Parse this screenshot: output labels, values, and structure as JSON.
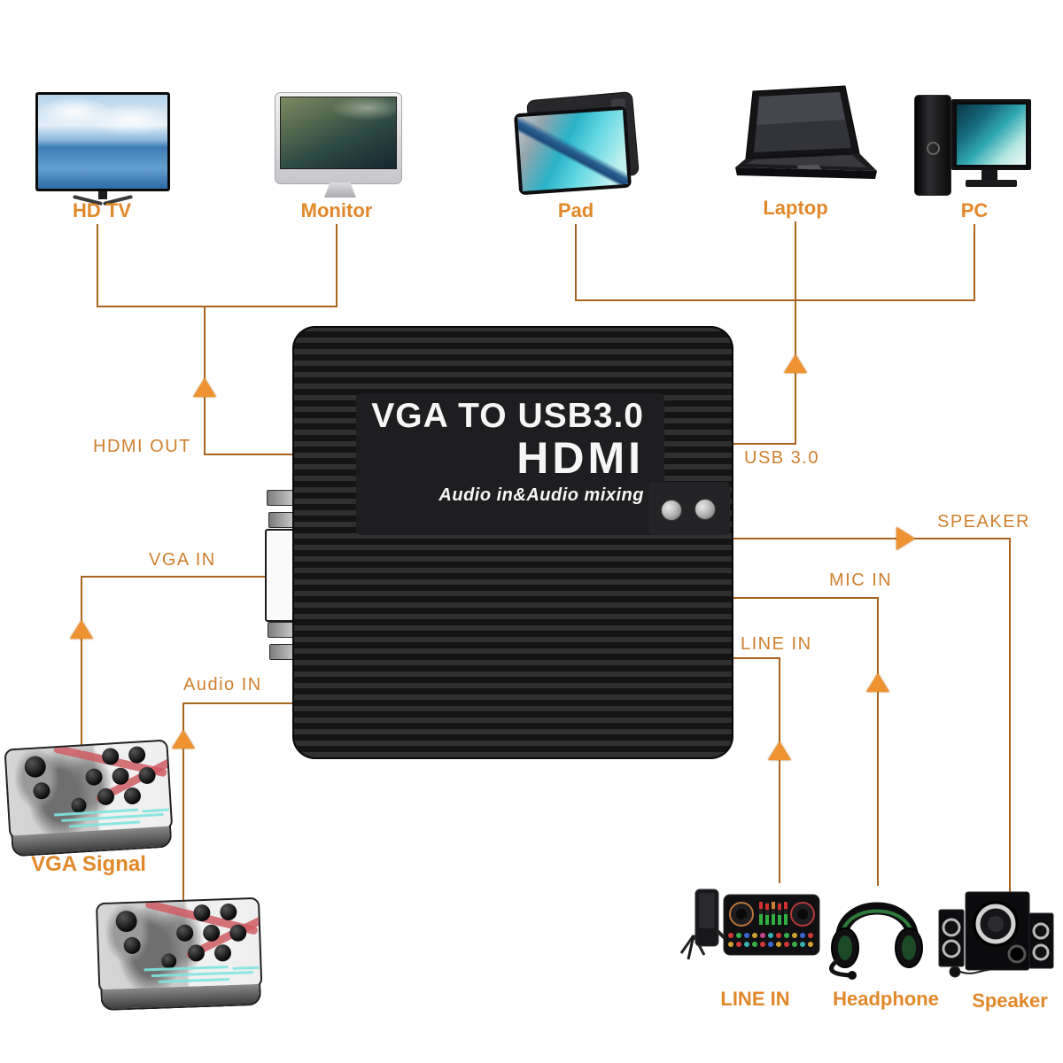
{
  "product": {
    "title_line1": "VGA TO USB3.0",
    "title_line2": "HDMI",
    "subtitle": "Audio in&Audio mixing"
  },
  "top_devices": [
    {
      "label": "HD TV"
    },
    {
      "label": "Monitor"
    },
    {
      "label": "Pad"
    },
    {
      "label": "Laptop"
    },
    {
      "label": "PC"
    }
  ],
  "ports": {
    "hdmi_out": "HDMI OUT",
    "usb": "USB 3.0",
    "vga_in": "VGA IN",
    "audio_in": "Audio IN",
    "speaker": "SPEAKER",
    "mic_in": "MIC IN",
    "line_in": "LINE IN"
  },
  "source_devices": [
    {
      "label": "VGA Signal"
    }
  ],
  "bottom_devices": [
    {
      "label": "LINE IN"
    },
    {
      "label": "Headphone"
    },
    {
      "label": "Speaker"
    }
  ],
  "colors": {
    "arrow_orange": "#ef9231",
    "line_brown": "#a8641e",
    "device_label_orange": "#e1882a",
    "port_label_orange": "#cf8030",
    "box_black": "#1a1a1b"
  }
}
